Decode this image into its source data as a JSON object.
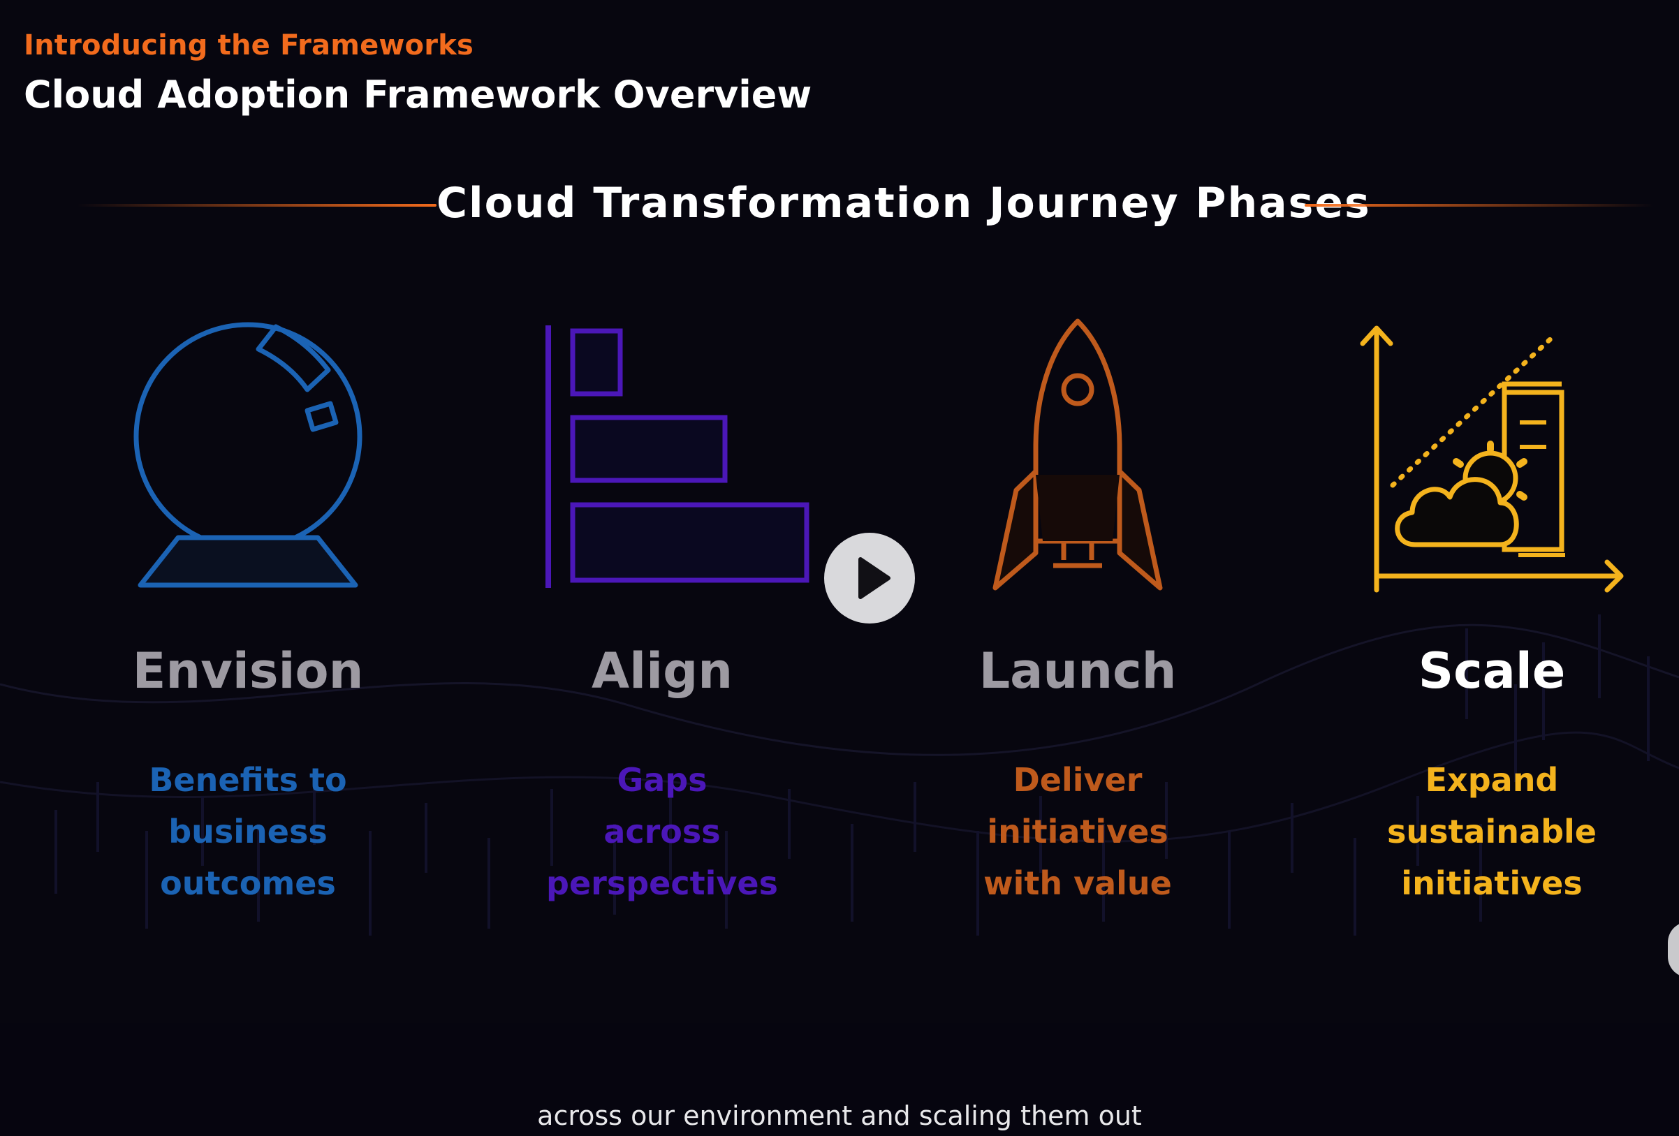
{
  "slide": {
    "eyebrow": "Introducing the Frameworks",
    "title": "Cloud Adoption Framework Overview",
    "section_title": "Cloud Transformation Journey Phases"
  },
  "phases": [
    {
      "name": "Envision",
      "description": [
        "Benefits to",
        "business",
        "outcomes"
      ],
      "color": "#1b63b4",
      "icon": "crystal-ball-icon",
      "highlighted": false
    },
    {
      "name": "Align",
      "description": [
        "Gaps",
        "across",
        "perspectives"
      ],
      "color": "#4b17b8",
      "icon": "bar-alignment-icon",
      "highlighted": false
    },
    {
      "name": "Launch",
      "description": [
        "Deliver",
        "initiatives",
        "with value"
      ],
      "color": "#bf5a1c",
      "icon": "rocket-icon",
      "highlighted": false
    },
    {
      "name": "Scale",
      "description": [
        "Expand",
        "sustainable",
        "initiatives"
      ],
      "color": "#f4b31d",
      "icon": "growth-chart-cloud-icon",
      "highlighted": true
    }
  ],
  "player": {
    "play_icon": "play-icon",
    "caption": "across our environment and scaling them out"
  },
  "colors": {
    "background": "#07060f",
    "accent": "#f26b1d",
    "dim_label": "#9d9aa2",
    "active_label": "#ffffff"
  }
}
